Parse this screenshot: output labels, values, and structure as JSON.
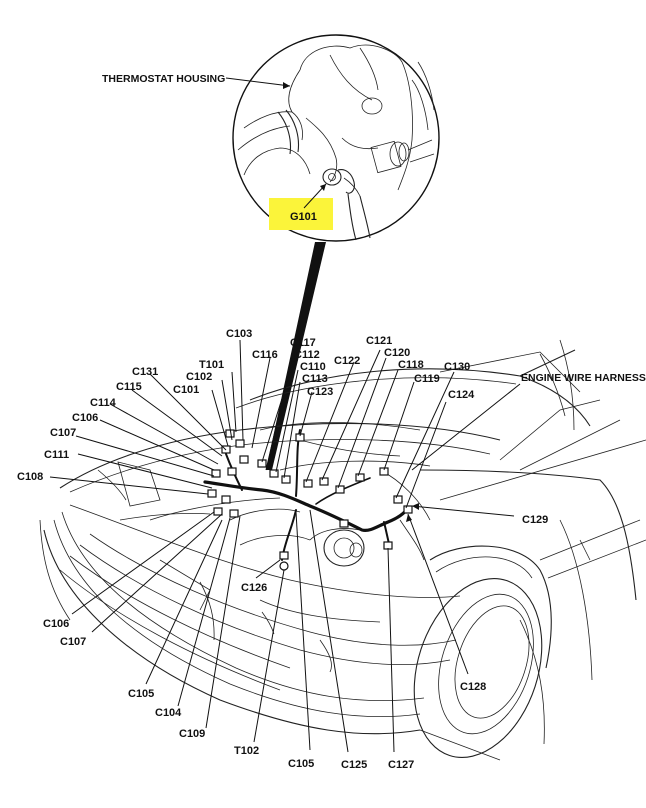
{
  "diagram": {
    "title": "Engine Wire Harness Connector Locations",
    "inset": {
      "callout_label": "THERMOSTAT HOUSING",
      "ground_label": "G101",
      "highlight_color": "#fbf43a"
    },
    "harness_label": "ENGINE WIRE HARNESS",
    "connector_labels": {
      "c103": "C103",
      "c117": "C117",
      "c116": "C116",
      "c112": "C112",
      "c110": "C110",
      "c113": "C113",
      "c123": "C123",
      "c122": "C122",
      "c121": "C121",
      "c120": "C120",
      "c118": "C118",
      "c119": "C119",
      "c130": "C130",
      "c124": "C124",
      "t101": "T101",
      "c131": "C131",
      "c102": "C102",
      "c101": "C101",
      "c115": "C115",
      "c114": "C114",
      "c106_top": "C106",
      "c107_top": "C107",
      "c111": "C111",
      "c108": "C108",
      "c129": "C129",
      "c126": "C126",
      "c106_bottom": "C106",
      "c107_bottom": "C107",
      "c105_left": "C105",
      "c104": "C104",
      "c109": "C109",
      "t102": "T102",
      "c105_bottom": "C105",
      "c125": "C125",
      "c127": "C127",
      "c128": "C128"
    }
  }
}
